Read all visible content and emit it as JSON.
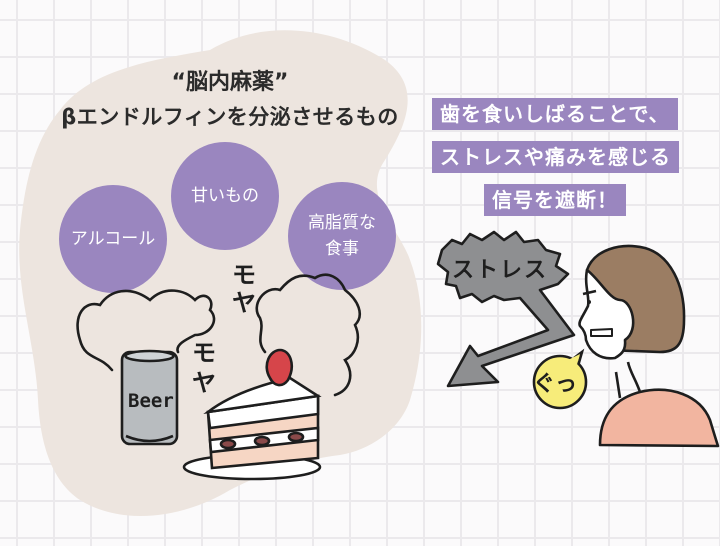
{
  "colors": {
    "grid_background": "#fbfafb",
    "grid_line": "#ebe9ec",
    "blob": "#ede5df",
    "accent_purple": "#9a86bf",
    "stress_gray": "#8e8f91",
    "bubble_yellow": "#f7ec7a",
    "hair_brown": "#9b7d63",
    "shirt_pink": "#f2b5a0",
    "strawberry": "#d6454a",
    "can_gray": "#b8bcbf"
  },
  "left_panel": {
    "title_line1": "“脳内麻薬”",
    "title_line2": "βエンドルフィンを分泌させるもの",
    "circles": [
      {
        "label_lines": [
          "アルコール"
        ]
      },
      {
        "label_lines": [
          "甘いもの"
        ]
      },
      {
        "label_lines": [
          "高脂質な",
          "食事"
        ]
      }
    ],
    "sound_effects": [
      "モ",
      "ヤ",
      "モ",
      "ヤ"
    ],
    "beer_can_label": "Beer",
    "items_icons": [
      "beer-can-icon",
      "strawberry-shortcake-icon"
    ]
  },
  "right_panel": {
    "caption_lines": [
      "歯を食いしばることで、",
      "ストレスや痛みを感じる",
      "信号を遮断！"
    ],
    "stress_label": "ストレス",
    "speech_bubble": "ぐっ",
    "figure": "woman-clenching-teeth"
  }
}
